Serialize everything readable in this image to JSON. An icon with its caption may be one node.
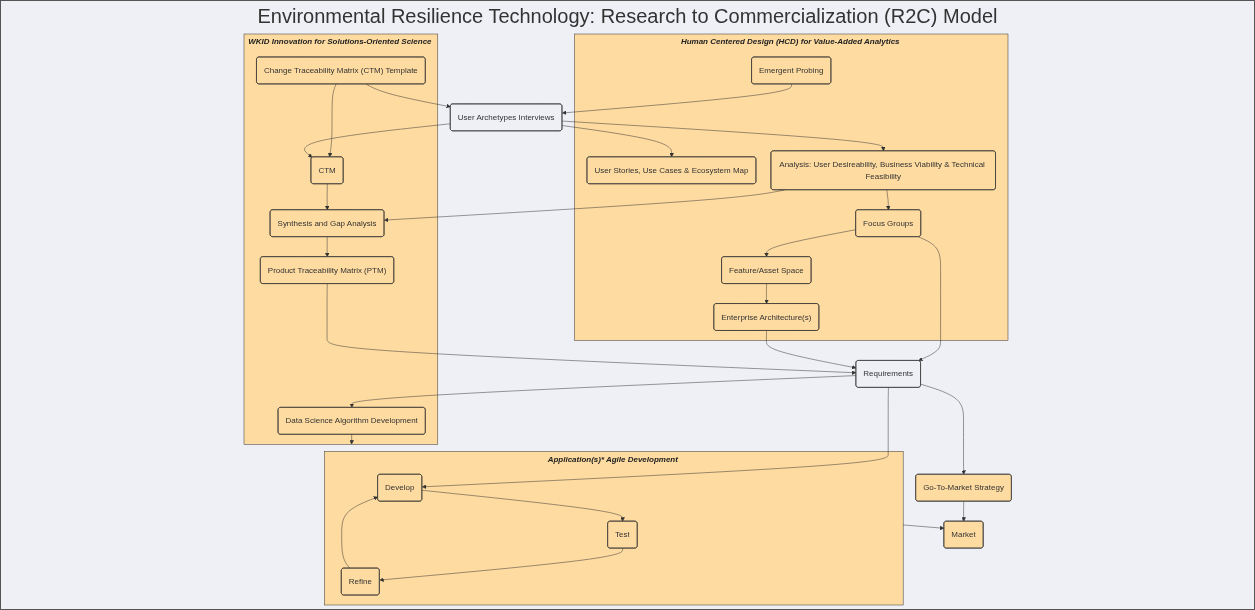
{
  "diagram": {
    "title": "Environmental Resilience Technology: Research to Commercialization (R2C) Model",
    "nodes": [
      {
        "text": [
          "WKID Innovation for Solutions-Oriented Science"
        ]
      },
      {
        "text": [
          "Change Traceability Matrix (CTM) Template"
        ],
        "in": 0
      },
      {
        "text": [
          "CTM"
        ],
        "in": 0
      },
      {
        "text": [
          "Synthesis and Gap Analysis"
        ],
        "in": 0
      },
      {
        "text": [
          "Product Traceability Matrix (PTM)"
        ],
        "in": 0
      },
      {
        "text": [
          "Data Science Algorithm Development"
        ],
        "in": 0
      },
      {
        "text": [
          "User Archetypes Interviews"
        ]
      },
      {
        "text": [
          "Requirements"
        ]
      },
      {
        "text": [
          "Application(s)* Agile Development"
        ]
      },
      {
        "text": [
          "Develop"
        ],
        "in": 8
      },
      {
        "text": [
          "Refine"
        ],
        "in": 8
      },
      {
        "text": [
          "Test"
        ],
        "in": 8
      },
      {
        "text": [
          "Human Centered Design (HCD) for Value-Added Analytics"
        ]
      },
      {
        "text": [
          "User Stories, Use Cases & Ecosystem Map"
        ],
        "in": 12
      },
      {
        "text": [
          "Enterprise Architecture(s)"
        ],
        "in": 12
      },
      {
        "text": [
          "Emergent Probing"
        ],
        "in": 12
      },
      {
        "text": [
          "Analysis: User Desireability, Business Viability & Technical Feasibility"
        ],
        "in": 12
      },
      {
        "text": [
          "Focus Groups"
        ],
        "in": 12
      },
      {
        "text": [
          "Feature/Asset Space"
        ],
        "in": 12
      },
      {
        "text": [
          "Go-To-Market Strategy"
        ]
      },
      {
        "text": [
          "Market"
        ]
      }
    ],
    "edges": [
      {
        "from": 1,
        "to": 2,
        "arrow": "to"
      },
      {
        "from": 2,
        "to": 3,
        "arrow": "to"
      },
      {
        "from": 3,
        "to": 4,
        "arrow": "to"
      },
      {
        "from": 1,
        "to": 6,
        "arrow": "to"
      },
      {
        "from": 15,
        "to": 6,
        "arrow": "to"
      },
      {
        "from": 6,
        "to": 2,
        "arrow": "to"
      },
      {
        "from": 6,
        "to": 13,
        "arrow": "to"
      },
      {
        "from": 6,
        "to": 16,
        "arrow": "to"
      },
      {
        "from": 16,
        "to": 17,
        "arrow": "to"
      },
      {
        "from": 16,
        "to": 3,
        "arrow": "to"
      },
      {
        "from": 17,
        "to": 7,
        "arrow": "to"
      },
      {
        "from": 17,
        "to": 18,
        "arrow": "to"
      },
      {
        "from": 18,
        "to": 14,
        "arrow": "to"
      },
      {
        "from": 14,
        "to": 7,
        "arrow": "to"
      },
      {
        "from": 4,
        "to": 7,
        "arrow": "to"
      },
      {
        "from": 7,
        "to": 5,
        "arrow": "to"
      },
      {
        "from": 7,
        "to": 9,
        "arrow": "to"
      },
      {
        "from": 7,
        "to": 19,
        "arrow": "to"
      },
      {
        "from": 5,
        "to": 8,
        "arrow": "to"
      },
      {
        "from": 9,
        "to": 11,
        "arrow": "to"
      },
      {
        "from": 11,
        "to": 10,
        "arrow": "to"
      },
      {
        "from": 10,
        "to": 9,
        "arrow": "to"
      },
      {
        "from": 8,
        "to": 20,
        "arrow": "to"
      },
      {
        "from": 19,
        "to": 20,
        "arrow": "to"
      }
    ]
  }
}
